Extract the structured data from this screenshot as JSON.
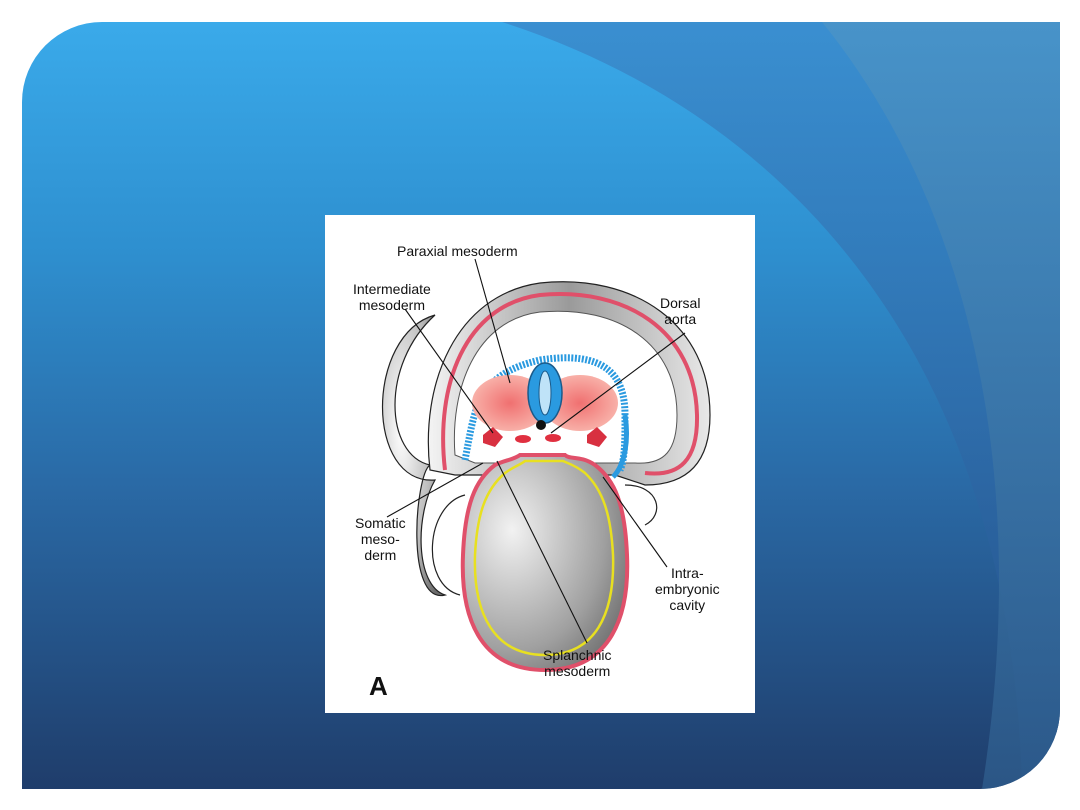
{
  "figure": {
    "labels": {
      "paraxial": "Paraxial mesoderm",
      "intermediate_1": "Intermediate",
      "intermediate_2": "mesoderm",
      "dorsal_1": "Dorsal",
      "dorsal_2": "aorta",
      "somatic_1": "Somatic",
      "somatic_2": "meso-",
      "somatic_3": "derm",
      "intra_1": "Intra-",
      "intra_2": "embryonic",
      "intra_3": "cavity",
      "splanchnic_1": "Splanchnic",
      "splanchnic_2": "mesoderm"
    },
    "panel_letter": "A"
  },
  "colors": {
    "slide_top": "#3aaaea",
    "slide_bottom": "#1f3d6b",
    "ectoderm_blue": "#2a9ae0",
    "mesoderm_pink": "#e0506a",
    "endoderm_yellow": "#e8e020",
    "paraxial_red": "#f07070"
  }
}
